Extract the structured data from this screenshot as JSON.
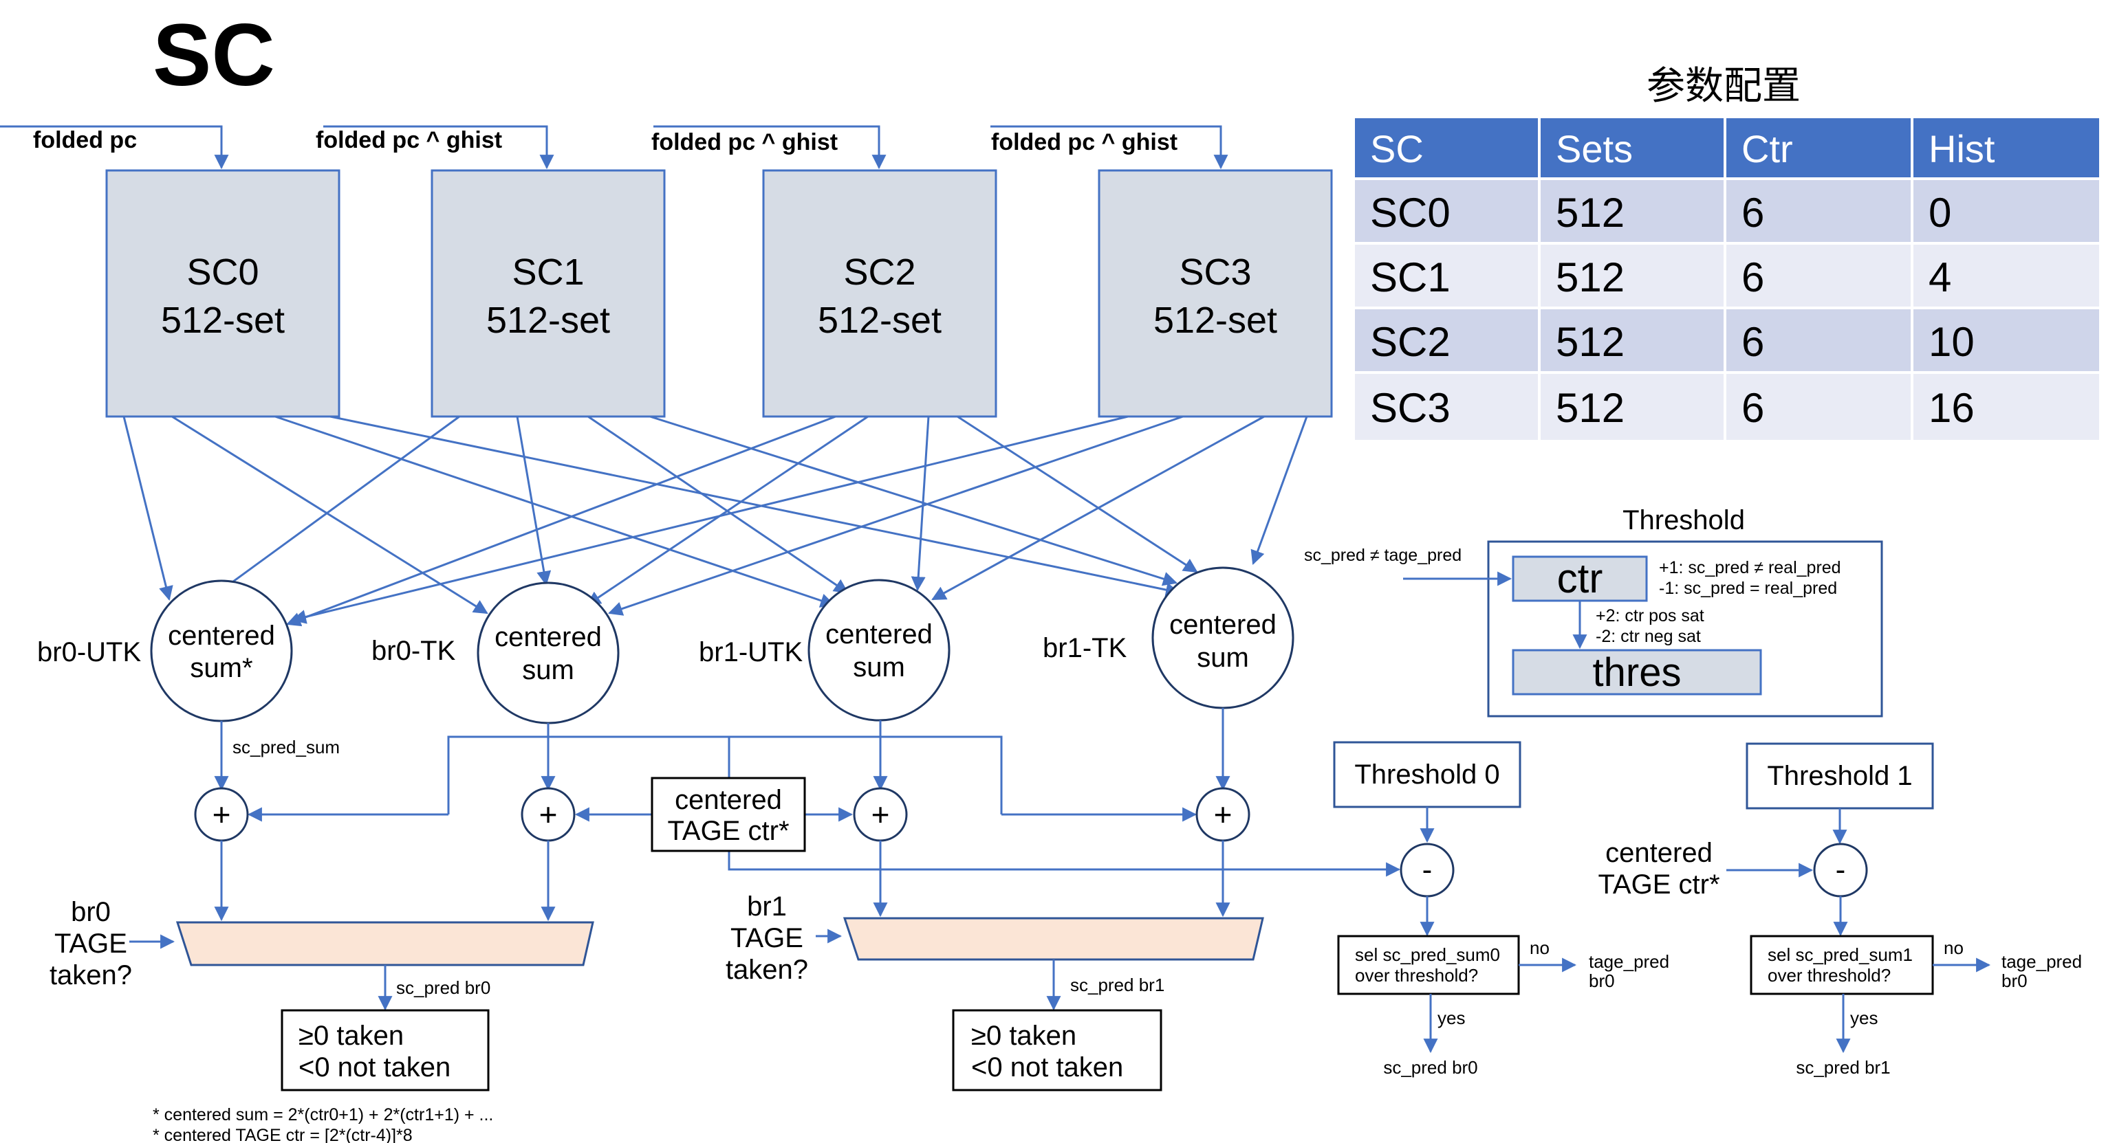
{
  "title": "SC",
  "inputs": [
    {
      "label": "folded pc"
    },
    {
      "label": "folded pc ^ ghist"
    },
    {
      "label": "folded pc ^ ghist"
    },
    {
      "label": "folded pc ^ ghist"
    }
  ],
  "tables": [
    {
      "name": "SC0",
      "size": "512-set"
    },
    {
      "name": "SC1",
      "size": "512-set"
    },
    {
      "name": "SC2",
      "size": "512-set"
    },
    {
      "name": "SC3",
      "size": "512-set"
    }
  ],
  "sums": [
    {
      "branch": "br0-UTK",
      "line1": "centered",
      "line2": "sum*"
    },
    {
      "branch": "br0-TK",
      "line1": "centered",
      "line2": "sum"
    },
    {
      "branch": "br1-UTK",
      "line1": "centered",
      "line2": "sum"
    },
    {
      "branch": "br1-TK",
      "line1": "centered",
      "line2": "sum"
    }
  ],
  "sc_pred_sum_label": "sc_pred_sum",
  "plus_symbol": "+",
  "minus_symbol": "-",
  "centered_tage_box": {
    "line1": "centered",
    "line2": "TAGE ctr*"
  },
  "mux_left": {
    "select_lines": [
      "br0",
      "TAGE",
      "taken?"
    ],
    "output_label": "sc_pred br0",
    "result_lines": [
      "≥0 taken",
      "<0 not taken"
    ]
  },
  "mux_right": {
    "select_lines": [
      "br1",
      "TAGE",
      "taken?"
    ],
    "output_label": "sc_pred br1",
    "result_lines": [
      "≥0 taken",
      "<0 not taken"
    ]
  },
  "footnotes": [
    "* centered sum = 2*(ctr0+1) + 2*(ctr1+1) + ...",
    "* centered TAGE ctr = [2*(ctr-4)]*8"
  ],
  "config": {
    "title": "参数配置",
    "columns": [
      "SC",
      "Sets",
      "Ctr",
      "Hist"
    ],
    "rows": [
      [
        "SC0",
        "512",
        "6",
        "0"
      ],
      [
        "SC1",
        "512",
        "6",
        "4"
      ],
      [
        "SC2",
        "512",
        "6",
        "10"
      ],
      [
        "SC3",
        "512",
        "6",
        "16"
      ]
    ],
    "header_color": "#4472c4",
    "row_color_odd": "#cfd5ea",
    "row_color_even": "#e9ebf5"
  },
  "threshold_update": {
    "title": "Threshold",
    "input_label": "sc_pred ≠ tage_pred",
    "ctr_label": "ctr",
    "thres_label": "thres",
    "ctr_rules": [
      "+1: sc_pred ≠ real_pred",
      "-1: sc_pred = real_pred"
    ],
    "thres_rules": [
      "+2: ctr pos sat",
      "-2: ctr neg sat"
    ]
  },
  "threshold_checks": [
    {
      "box_label": "Threshold 0",
      "input_lines": [],
      "select_lines": [
        "sel sc_pred_sum0",
        "over threshold?"
      ],
      "no_label": "no",
      "yes_label": "yes",
      "no_output_lines": [
        "tage_pred",
        "br0"
      ],
      "yes_output": "sc_pred br0"
    },
    {
      "box_label": "Threshold 1",
      "input_lines": [
        "centered",
        "TAGE ctr*"
      ],
      "select_lines": [
        "sel sc_pred_sum1",
        "over threshold?"
      ],
      "no_label": "no",
      "yes_label": "yes",
      "no_output_lines": [
        "tage_pred",
        "br0"
      ],
      "yes_output": "sc_pred br1"
    }
  ]
}
